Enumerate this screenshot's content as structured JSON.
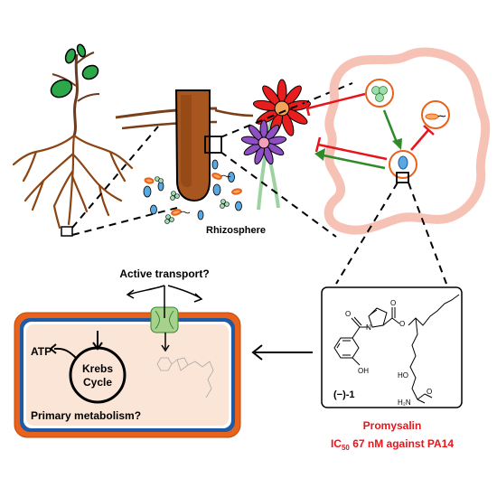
{
  "labels": {
    "rhizosphere": "Rhizosphere",
    "active_transport": "Active transport?",
    "atp": "ATP",
    "krebs_line1": "Krebs",
    "krebs_line2": "Cycle",
    "primary_metabolism": "Primary metabolism?",
    "compound_id": "(−)-1",
    "compound_name": "Promysalin",
    "ic50_prefix": "IC",
    "ic50_subscript": "50",
    "ic50_suffix": " 67 nM against PA14"
  },
  "structure_labels": {
    "N": "N",
    "O_amide": "O",
    "O_ester_carbonyl": "O",
    "O_ester": "O",
    "OH_phenol": "OH",
    "HO": "HO",
    "O_carboxamide": "O",
    "H2N": "H₂N"
  },
  "colors": {
    "accent_red": "#e8141b",
    "arrow_green": "#2f8a2a",
    "cell_orange": "#e8621c",
    "cell_blue": "#1f5aa6",
    "root_brown": "#8b4513",
    "cloud_pink": "#f7c2b6",
    "flower_red": "#e81e1e",
    "flower_purple": "#8e4fc2",
    "leaf_green": "#2aa84a",
    "transporter_green": "#a9d18e"
  }
}
